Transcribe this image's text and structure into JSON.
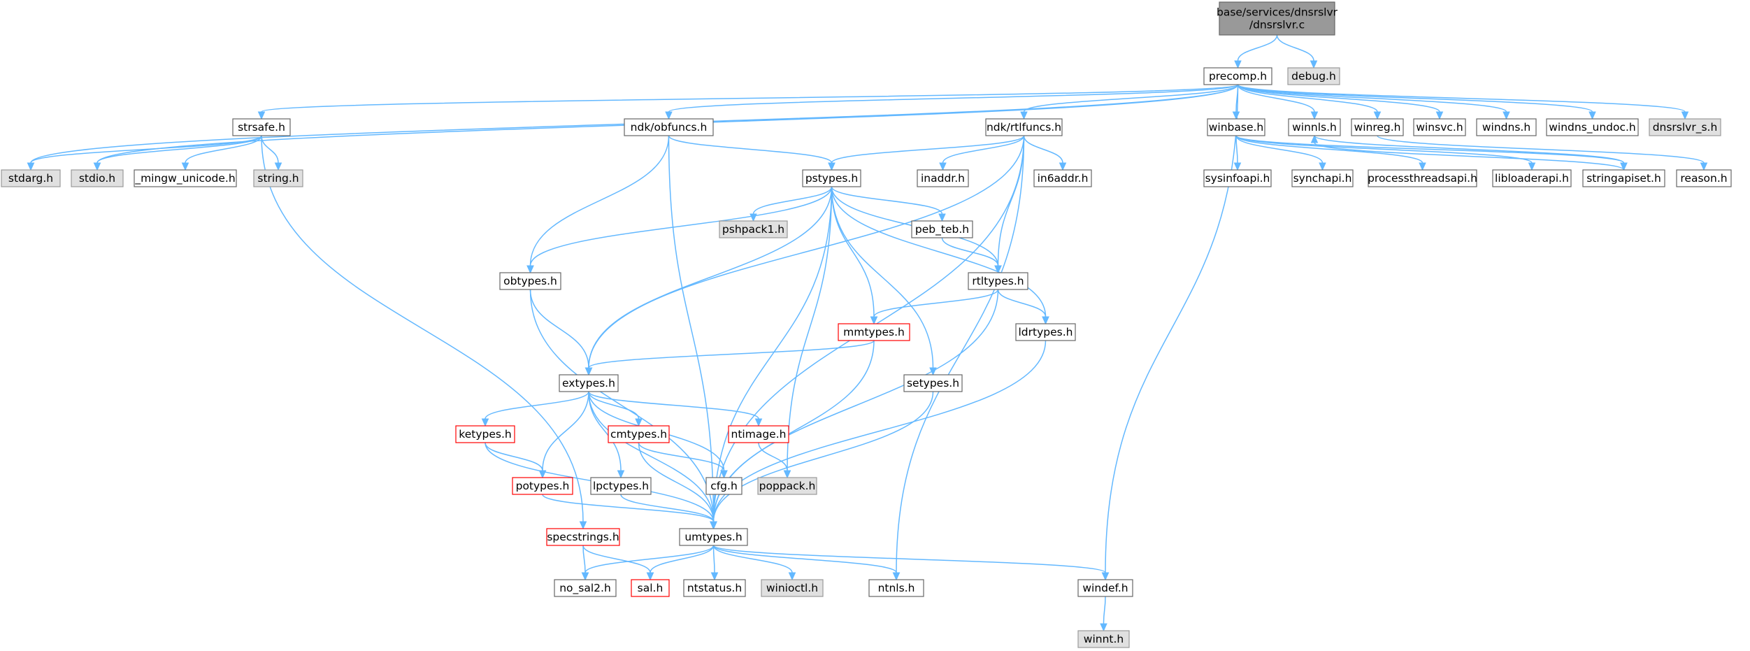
{
  "colors": {
    "root_fill": "#999999",
    "root_border": "#666666",
    "default_fill": "#ffffff",
    "default_border": "#666666",
    "missing_fill": "#e0e0e0",
    "missing_border": "#999999",
    "truncated_border": "#ff0000",
    "edge": "#63b8ff"
  },
  "nodes": [
    {
      "id": "root",
      "lines": [
        "base/services/dnsrslvr",
        "/dnsrslvr.c"
      ],
      "style": "root"
    },
    {
      "id": "precomp",
      "lines": [
        "precomp.h"
      ],
      "style": "default"
    },
    {
      "id": "debug",
      "lines": [
        "debug.h"
      ],
      "style": "missing"
    },
    {
      "id": "strsafe",
      "lines": [
        "strsafe.h"
      ],
      "style": "default"
    },
    {
      "id": "obfuncs",
      "lines": [
        "ndk/obfuncs.h"
      ],
      "style": "default"
    },
    {
      "id": "rtlfuncs",
      "lines": [
        "ndk/rtlfuncs.h"
      ],
      "style": "default"
    },
    {
      "id": "winbase",
      "lines": [
        "winbase.h"
      ],
      "style": "default"
    },
    {
      "id": "winnls",
      "lines": [
        "winnls.h"
      ],
      "style": "default"
    },
    {
      "id": "winreg",
      "lines": [
        "winreg.h"
      ],
      "style": "default"
    },
    {
      "id": "winsvc",
      "lines": [
        "winsvc.h"
      ],
      "style": "default"
    },
    {
      "id": "windns",
      "lines": [
        "windns.h"
      ],
      "style": "default"
    },
    {
      "id": "windns_undoc",
      "lines": [
        "windns_undoc.h"
      ],
      "style": "default"
    },
    {
      "id": "dnsrslvr_s",
      "lines": [
        "dnsrslvr_s.h"
      ],
      "style": "missing"
    },
    {
      "id": "stdarg",
      "lines": [
        "stdarg.h"
      ],
      "style": "missing"
    },
    {
      "id": "stdio",
      "lines": [
        "stdio.h"
      ],
      "style": "missing"
    },
    {
      "id": "mingw_unicode",
      "lines": [
        "_mingw_unicode.h"
      ],
      "style": "default"
    },
    {
      "id": "string",
      "lines": [
        "string.h"
      ],
      "style": "missing"
    },
    {
      "id": "pstypes",
      "lines": [
        "pstypes.h"
      ],
      "style": "default"
    },
    {
      "id": "inaddr",
      "lines": [
        "inaddr.h"
      ],
      "style": "default"
    },
    {
      "id": "in6addr",
      "lines": [
        "in6addr.h"
      ],
      "style": "default"
    },
    {
      "id": "sysinfoapi",
      "lines": [
        "sysinfoapi.h"
      ],
      "style": "default"
    },
    {
      "id": "synchapi",
      "lines": [
        "synchapi.h"
      ],
      "style": "default"
    },
    {
      "id": "processthreadsapi",
      "lines": [
        "processthreadsapi.h"
      ],
      "style": "default"
    },
    {
      "id": "libloaderapi",
      "lines": [
        "libloaderapi.h"
      ],
      "style": "default"
    },
    {
      "id": "stringapiset",
      "lines": [
        "stringapiset.h"
      ],
      "style": "default"
    },
    {
      "id": "reason",
      "lines": [
        "reason.h"
      ],
      "style": "default"
    },
    {
      "id": "pshpack1",
      "lines": [
        "pshpack1.h"
      ],
      "style": "missing"
    },
    {
      "id": "peb_teb",
      "lines": [
        "peb_teb.h"
      ],
      "style": "default"
    },
    {
      "id": "obtypes",
      "lines": [
        "obtypes.h"
      ],
      "style": "default"
    },
    {
      "id": "rtltypes",
      "lines": [
        "rtltypes.h"
      ],
      "style": "default"
    },
    {
      "id": "mmtypes",
      "lines": [
        "mmtypes.h"
      ],
      "style": "truncated"
    },
    {
      "id": "ldrtypes",
      "lines": [
        "ldrtypes.h"
      ],
      "style": "default"
    },
    {
      "id": "extypes",
      "lines": [
        "extypes.h"
      ],
      "style": "default"
    },
    {
      "id": "setypes",
      "lines": [
        "setypes.h"
      ],
      "style": "default"
    },
    {
      "id": "ketypes",
      "lines": [
        "ketypes.h"
      ],
      "style": "truncated"
    },
    {
      "id": "cmtypes",
      "lines": [
        "cmtypes.h"
      ],
      "style": "truncated"
    },
    {
      "id": "ntimage",
      "lines": [
        "ntimage.h"
      ],
      "style": "truncated"
    },
    {
      "id": "potypes",
      "lines": [
        "potypes.h"
      ],
      "style": "truncated"
    },
    {
      "id": "lpctypes",
      "lines": [
        "lpctypes.h"
      ],
      "style": "default"
    },
    {
      "id": "cfg",
      "lines": [
        "cfg.h"
      ],
      "style": "default"
    },
    {
      "id": "poppack",
      "lines": [
        "poppack.h"
      ],
      "style": "missing"
    },
    {
      "id": "specstrings",
      "lines": [
        "specstrings.h"
      ],
      "style": "truncated"
    },
    {
      "id": "umtypes",
      "lines": [
        "umtypes.h"
      ],
      "style": "default"
    },
    {
      "id": "no_sal2",
      "lines": [
        "no_sal2.h"
      ],
      "style": "default"
    },
    {
      "id": "sal",
      "lines": [
        "sal.h"
      ],
      "style": "truncated"
    },
    {
      "id": "ntstatus",
      "lines": [
        "ntstatus.h"
      ],
      "style": "default"
    },
    {
      "id": "winioctl",
      "lines": [
        "winioctl.h"
      ],
      "style": "missing"
    },
    {
      "id": "ntnls",
      "lines": [
        "ntnls.h"
      ],
      "style": "default"
    },
    {
      "id": "windef",
      "lines": [
        "windef.h"
      ],
      "style": "default"
    },
    {
      "id": "winnt",
      "lines": [
        "winnt.h"
      ],
      "style": "missing"
    }
  ],
  "edges": [
    [
      "root",
      "precomp"
    ],
    [
      "root",
      "debug"
    ],
    [
      "precomp",
      "strsafe"
    ],
    [
      "precomp",
      "obfuncs"
    ],
    [
      "precomp",
      "rtlfuncs"
    ],
    [
      "precomp",
      "winbase"
    ],
    [
      "precomp",
      "winnls"
    ],
    [
      "precomp",
      "winreg"
    ],
    [
      "precomp",
      "winsvc"
    ],
    [
      "precomp",
      "windns"
    ],
    [
      "precomp",
      "windns_undoc"
    ],
    [
      "precomp",
      "dnsrslvr_s"
    ],
    [
      "precomp",
      "stdarg"
    ],
    [
      "precomp",
      "stdio"
    ],
    [
      "precomp",
      "windef"
    ],
    [
      "strsafe",
      "stdarg"
    ],
    [
      "strsafe",
      "stdio"
    ],
    [
      "strsafe",
      "mingw_unicode"
    ],
    [
      "strsafe",
      "string"
    ],
    [
      "strsafe",
      "specstrings"
    ],
    [
      "obfuncs",
      "pstypes"
    ],
    [
      "obfuncs",
      "obtypes"
    ],
    [
      "obfuncs",
      "umtypes"
    ],
    [
      "rtlfuncs",
      "pstypes"
    ],
    [
      "rtlfuncs",
      "inaddr"
    ],
    [
      "rtlfuncs",
      "in6addr"
    ],
    [
      "rtlfuncs",
      "rtltypes"
    ],
    [
      "rtlfuncs",
      "extypes"
    ],
    [
      "rtlfuncs",
      "umtypes"
    ],
    [
      "rtlfuncs",
      "ntnls"
    ],
    [
      "winbase",
      "sysinfoapi"
    ],
    [
      "winbase",
      "synchapi"
    ],
    [
      "winbase",
      "processthreadsapi"
    ],
    [
      "winbase",
      "libloaderapi"
    ],
    [
      "winbase",
      "stringapiset"
    ],
    [
      "winnls",
      "stringapiset"
    ],
    [
      "stringapiset",
      "winnls"
    ],
    [
      "winreg",
      "reason"
    ],
    [
      "pstypes",
      "pshpack1"
    ],
    [
      "pstypes",
      "peb_teb"
    ],
    [
      "pstypes",
      "obtypes"
    ],
    [
      "pstypes",
      "rtltypes"
    ],
    [
      "pstypes",
      "mmtypes"
    ],
    [
      "pstypes",
      "ldrtypes"
    ],
    [
      "pstypes",
      "extypes"
    ],
    [
      "pstypes",
      "setypes"
    ],
    [
      "pstypes",
      "umtypes"
    ],
    [
      "pstypes",
      "poppack"
    ],
    [
      "peb_teb",
      "rtltypes"
    ],
    [
      "obtypes",
      "extypes"
    ],
    [
      "obtypes",
      "umtypes"
    ],
    [
      "rtltypes",
      "mmtypes"
    ],
    [
      "rtltypes",
      "ldrtypes"
    ],
    [
      "rtltypes",
      "umtypes"
    ],
    [
      "mmtypes",
      "extypes"
    ],
    [
      "mmtypes",
      "umtypes"
    ],
    [
      "ldrtypes",
      "umtypes"
    ],
    [
      "setypes",
      "umtypes"
    ],
    [
      "extypes",
      "ketypes"
    ],
    [
      "extypes",
      "cmtypes"
    ],
    [
      "extypes",
      "ntimage"
    ],
    [
      "extypes",
      "potypes"
    ],
    [
      "extypes",
      "lpctypes"
    ],
    [
      "extypes",
      "cfg"
    ],
    [
      "extypes",
      "umtypes"
    ],
    [
      "ketypes",
      "potypes"
    ],
    [
      "ketypes",
      "umtypes"
    ],
    [
      "cmtypes",
      "cfg"
    ],
    [
      "cmtypes",
      "umtypes"
    ],
    [
      "ntimage",
      "poppack"
    ],
    [
      "potypes",
      "umtypes"
    ],
    [
      "lpctypes",
      "umtypes"
    ],
    [
      "specstrings",
      "no_sal2"
    ],
    [
      "specstrings",
      "sal"
    ],
    [
      "umtypes",
      "no_sal2"
    ],
    [
      "umtypes",
      "sal"
    ],
    [
      "umtypes",
      "ntstatus"
    ],
    [
      "umtypes",
      "winioctl"
    ],
    [
      "umtypes",
      "ntnls"
    ],
    [
      "umtypes",
      "windef"
    ],
    [
      "windef",
      "winnt"
    ]
  ]
}
